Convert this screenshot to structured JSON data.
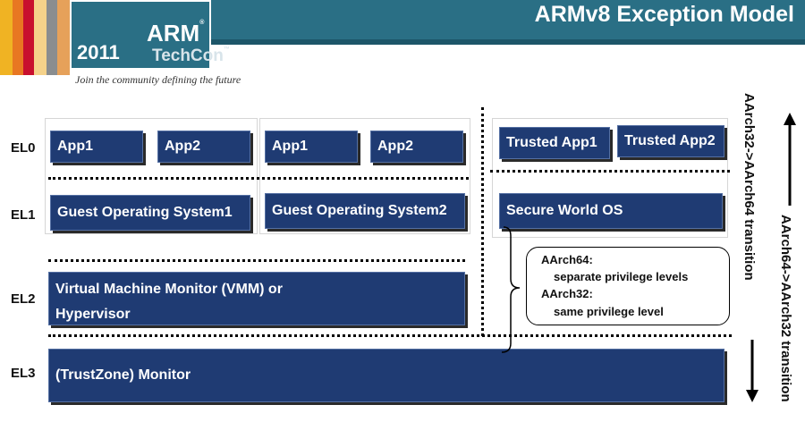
{
  "title": "ARMv8 Exception Model",
  "logo": {
    "year": "2011",
    "brand": "ARM",
    "registered": "®",
    "product": "TechCon",
    "trademark": "™",
    "tagline": "Join the community defining the future"
  },
  "levels": [
    "EL0",
    "EL1",
    "EL2",
    "EL3"
  ],
  "el0": {
    "app1a": "App1",
    "app2a": "App2",
    "app1b": "App1",
    "app2b": "App2",
    "trusted_app1": "Trusted App1",
    "trusted_app2": "Trusted App2"
  },
  "el1": {
    "guest_os1": "Guest Operating System1",
    "guest_os2": "Guest Operating System2",
    "secure_os": "Secure World OS"
  },
  "el2": {
    "vmm_line1": "Virtual Machine Monitor (VMM) or",
    "vmm_line2": "Hypervisor"
  },
  "el3": {
    "monitor": "(TrustZone) Monitor"
  },
  "callout": {
    "aarch64": "AArch64:",
    "aarch64_desc": "separate privilege levels",
    "aarch32": "AArch32:",
    "aarch32_desc": "same privilege level"
  },
  "transitions": {
    "up": "AArch32->AArch64 transition",
    "down": "AArch64->AArch32 transition"
  },
  "colors": {
    "header": "#2a6f85",
    "box_fill": "#1f3b73"
  }
}
